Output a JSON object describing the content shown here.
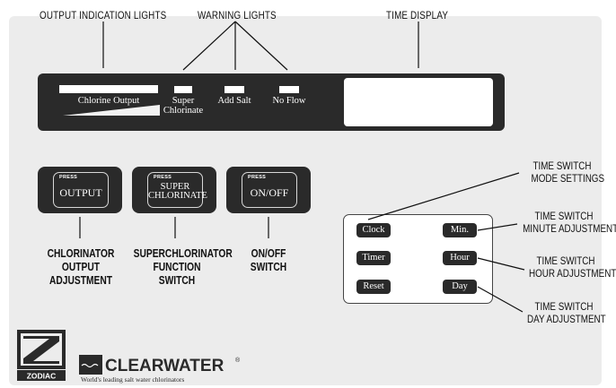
{
  "callouts": {
    "output_indication": "OUTPUT INDICATION LIGHTS",
    "warning_lights": "WARNING LIGHTS",
    "time_display": "TIME DISPLAY",
    "ts_mode": [
      "TIME SWITCH",
      "MODE SETTINGS"
    ],
    "ts_minute": [
      "TIME SWITCH",
      "MINUTE ADJUSTMENT"
    ],
    "ts_hour": [
      "TIME SWITCH",
      "HOUR ADJUSTMENT"
    ],
    "ts_day": [
      "TIME SWITCH",
      "DAY ADJUSTMENT"
    ]
  },
  "indicators": {
    "chlorine_output": "Chlorine Output",
    "super_chlorinate": [
      "Super",
      "Chlorinate"
    ],
    "add_salt": "Add Salt",
    "no_flow": "No Flow"
  },
  "buttons": {
    "press": "PRESS",
    "output": "OUTPUT",
    "super_chlorinate": [
      "SUPER",
      "CHLORINATE"
    ],
    "on_off": "ON/OFF"
  },
  "button_labels": {
    "output": [
      "CHLORINATOR",
      "OUTPUT",
      "ADJUSTMENT"
    ],
    "super": [
      "SUPERCHLORINATOR",
      "FUNCTION",
      "SWITCH"
    ],
    "on_off": [
      "ON/OFF",
      "SWITCH"
    ]
  },
  "time_switch": {
    "clock": "Clock",
    "min": "Min.",
    "timer": "Timer",
    "hour": "Hour",
    "reset": "Reset",
    "day": "Day"
  },
  "branding": {
    "zodiac": "ZODIAC",
    "clearwater": "CLEARWATER",
    "registered": "®",
    "tagline": "World's leading salt water chlorinators"
  },
  "colors": {
    "panel": "#ececec",
    "control": "#2a2a2a",
    "light": "#ffffff"
  }
}
